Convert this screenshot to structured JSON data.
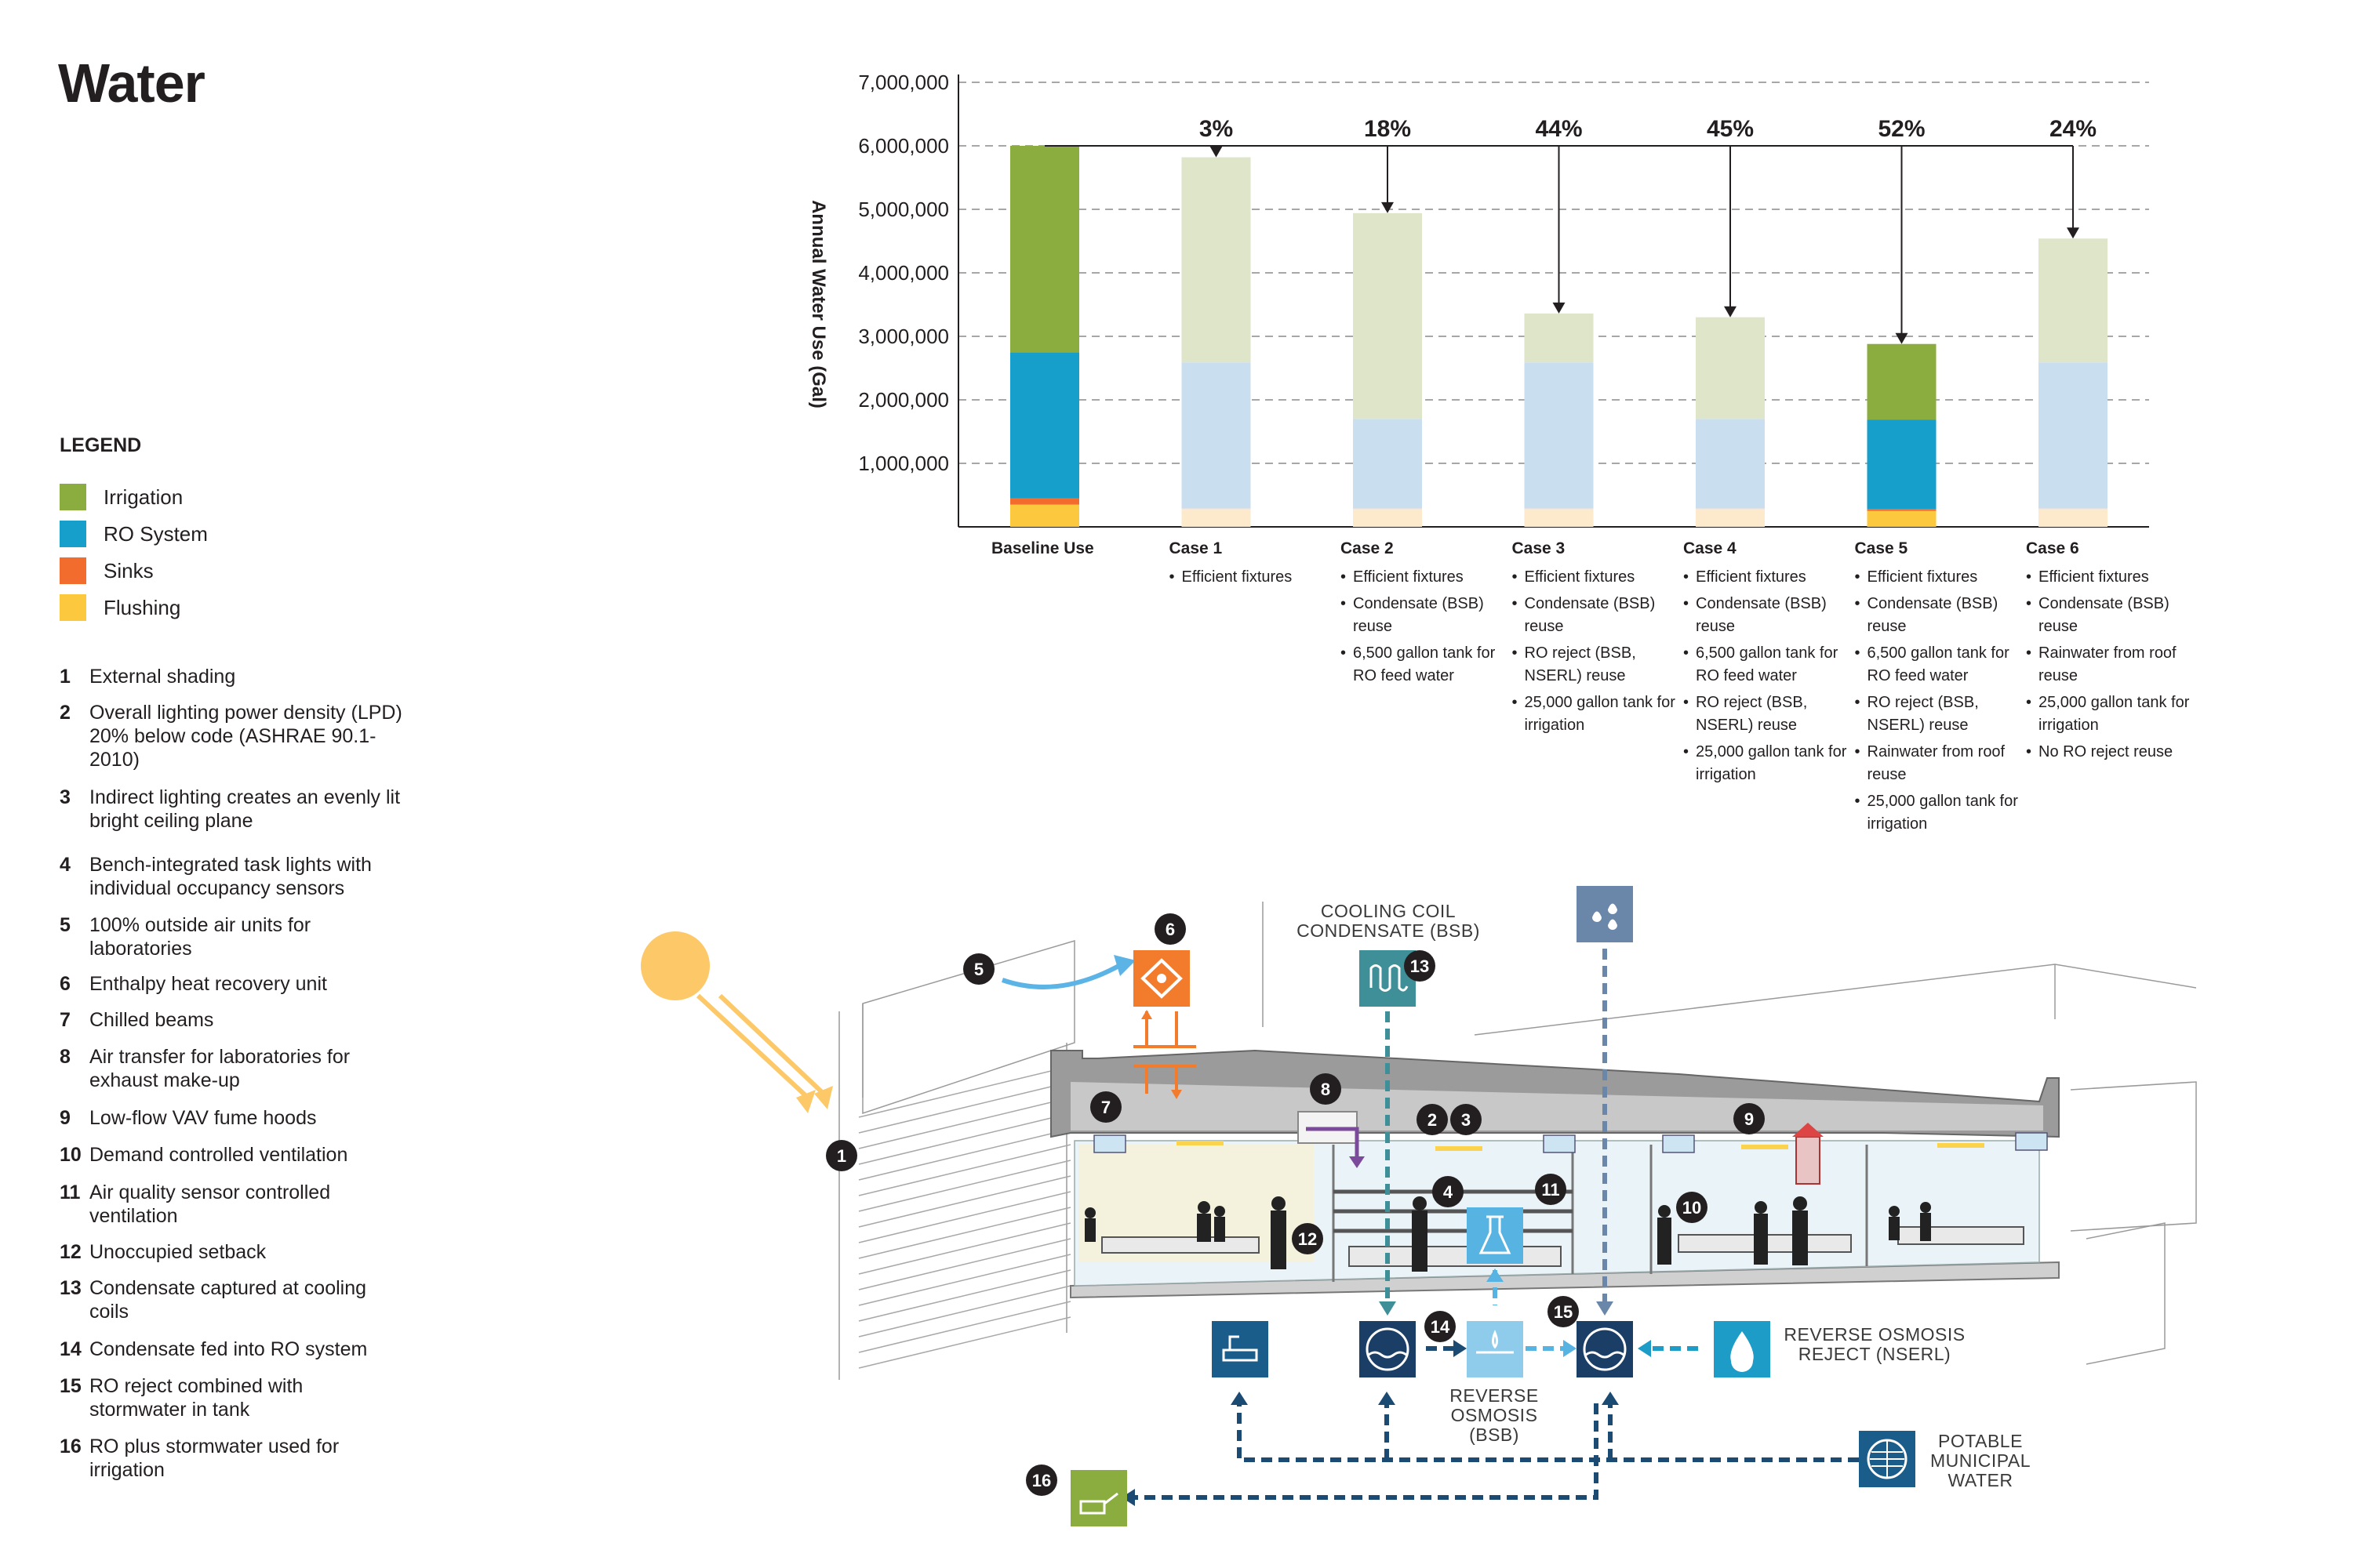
{
  "page": {
    "title": "Water"
  },
  "legend": {
    "title": "LEGEND",
    "items": [
      {
        "label": "Irrigation",
        "color": "#8bac3e"
      },
      {
        "label": "RO System",
        "color": "#169fcb"
      },
      {
        "label": "Sinks",
        "color": "#f26c2d"
      },
      {
        "label": "Flushing",
        "color": "#fcc83d"
      }
    ]
  },
  "notes": [
    {
      "num": "1",
      "text": "External shading"
    },
    {
      "num": "2",
      "text": "Overall lighting power density (LPD) 20% below code (ASHRAE 90.1-2010)"
    },
    {
      "num": "3",
      "text": "Indirect lighting creates an evenly lit bright ceiling plane"
    },
    {
      "num": "4",
      "text": "Bench-integrated task lights with individual occupancy sensors"
    },
    {
      "num": "5",
      "text": "100% outside air units for laboratories"
    },
    {
      "num": "6",
      "text": "Enthalpy heat recovery unit"
    },
    {
      "num": "7",
      "text": "Chilled beams"
    },
    {
      "num": "8",
      "text": "Air transfer for laboratories for exhaust make-up"
    },
    {
      "num": "9",
      "text": "Low-flow VAV fume hoods"
    },
    {
      "num": "10",
      "text": "Demand controlled ventilation"
    },
    {
      "num": "11",
      "text": "Air quality sensor controlled ventilation"
    },
    {
      "num": "12",
      "text": "Unoccupied setback"
    },
    {
      "num": "13",
      "text": "Condensate captured at cooling coils"
    },
    {
      "num": "14",
      "text": "Condensate fed into RO system"
    },
    {
      "num": "15",
      "text": "RO reject combined with stormwater in tank"
    },
    {
      "num": "16",
      "text": "RO plus stormwater used for irrigation"
    }
  ],
  "chart_data": {
    "type": "bar",
    "stacked": true,
    "ylabel": "Annual Water Use (Gal)",
    "ylim": [
      0,
      7000000
    ],
    "yticks": [
      "1,000,000",
      "2,000,000",
      "3,000,000",
      "4,000,000",
      "5,000,000",
      "6,000,000",
      "7,000,000"
    ],
    "ytick_values": [
      1000000,
      2000000,
      3000000,
      4000000,
      5000000,
      6000000,
      7000000
    ],
    "grid": "horizontal dashed",
    "baseline_reference": 6000000,
    "categories": [
      "Baseline Use",
      "Case 1",
      "Case 2",
      "Case 3",
      "Case 4",
      "Case 5",
      "Case 6"
    ],
    "reductions": [
      "",
      "3%",
      "18%",
      "44%",
      "45%",
      "52%",
      "24%"
    ],
    "series": [
      {
        "name": "Flushing",
        "values": [
          350000,
          270000,
          270000,
          270000,
          270000,
          250000,
          270000
        ]
      },
      {
        "name": "Sinks",
        "values": [
          100000,
          20000,
          20000,
          20000,
          20000,
          30000,
          20000
        ]
      },
      {
        "name": "RO System",
        "values": [
          2300000,
          2300000,
          1410000,
          2300000,
          1410000,
          1410000,
          2300000
        ]
      },
      {
        "name": "Irrigation",
        "values": [
          3250000,
          3230000,
          3240000,
          770000,
          1600000,
          1190000,
          1950000
        ]
      }
    ],
    "colors": {
      "Flushing": [
        "#fcc83d",
        "#fde9cc"
      ],
      "Sinks": [
        "#f26c2d",
        "#fde3d5"
      ],
      "RO System": [
        "#169fcb",
        "#c9dff0"
      ],
      "Irrigation": [
        "#8bac3e",
        "#dee5c9"
      ]
    },
    "full_color_cases": [
      "Baseline Use",
      "Case 5"
    ],
    "case_notes": [
      [],
      [
        "Efficient fixtures"
      ],
      [
        "Efficient fixtures",
        "Condensate (BSB) reuse",
        "6,500 gallon tank for RO feed water"
      ],
      [
        "Efficient fixtures",
        "Condensate (BSB) reuse",
        "RO reject (BSB, NSERL) reuse",
        "25,000 gallon tank for irrigation"
      ],
      [
        "Efficient fixtures",
        "Condensate (BSB) reuse",
        "6,500 gallon tank for RO feed water",
        "RO reject (BSB, NSERL) reuse",
        "25,000 gallon tank for irrigation"
      ],
      [
        "Efficient fixtures",
        "Condensate (BSB) reuse",
        "6,500 gallon tank for RO feed water",
        "RO reject (BSB, NSERL) reuse",
        "Rainwater from roof reuse",
        "25,000 gallon tank for irrigation"
      ],
      [
        "Efficient fixtures",
        "Condensate (BSB) reuse",
        "Rainwater from roof reuse",
        "25,000 gallon tank for irrigation",
        "No RO reject reuse"
      ]
    ]
  },
  "diagram": {
    "labels": {
      "cooling_coil": [
        "COOLING COIL",
        "CONDENSATE (BSB)"
      ],
      "reverse_osmosis": [
        "REVERSE",
        "OSMOSIS",
        "(BSB)"
      ],
      "ro_reject": [
        "REVERSE OSMOSIS",
        "REJECT (NSERL)"
      ],
      "potable": [
        "POTABLE",
        "MUNICIPAL",
        "WATER"
      ]
    },
    "callouts": [
      "1",
      "2",
      "3",
      "4",
      "5",
      "6",
      "7",
      "8",
      "9",
      "10",
      "11",
      "12",
      "13",
      "14",
      "15",
      "16"
    ],
    "icons": [
      "sun-icon",
      "heat-recovery-icon",
      "cooling-coil-icon",
      "rainwater-icon",
      "lab-flask-icon",
      "sink-icon",
      "tank-icon",
      "ro-filter-icon",
      "ro-reject-icon",
      "potable-water-icon",
      "irrigation-icon"
    ]
  }
}
